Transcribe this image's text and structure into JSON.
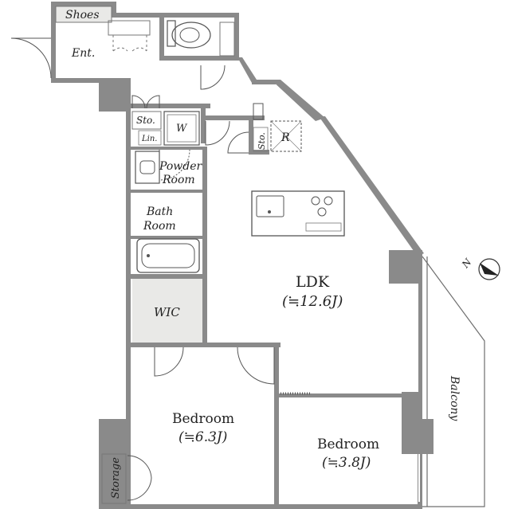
{
  "rooms": {
    "shoes": "Shoes",
    "entrance": "Ent.",
    "storage_small": "Sto.",
    "washer": "W",
    "linen": "Lin.",
    "powder_line1": "Powder",
    "powder_line2": "Room",
    "bath_line1": "Bath",
    "bath_line2": "Room",
    "wic": "WIC",
    "refrigerator": "R",
    "storage_side": "Sto.",
    "ldk": "LDK",
    "ldk_size": "(≒12.6J)",
    "bedroom1": "Bedroom",
    "bedroom1_size": "(≒6.3J)",
    "bedroom2": "Bedroom",
    "bedroom2_size": "(≒3.8J)",
    "storage": "Storage",
    "balcony": "Balcony"
  },
  "compass": {
    "label": "N"
  },
  "colors": {
    "wall": "#8a8a8a",
    "wic_fill": "#e9e9e7",
    "background": "#ffffff"
  }
}
